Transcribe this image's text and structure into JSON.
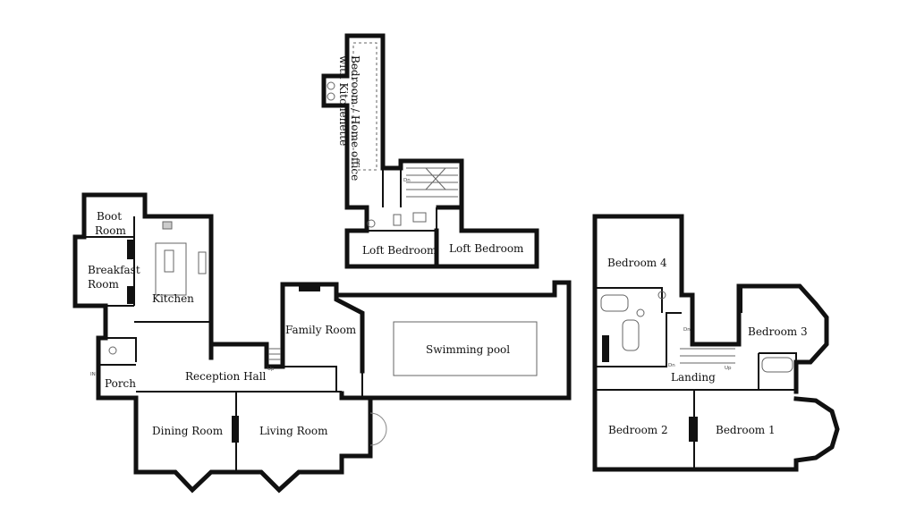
{
  "rooms": {
    "bedroom_home_office": "Bedroom / Home office",
    "bedroom_home_office_2": "with Kitchenette",
    "loft_bedroom_1": "Loft Bedroom",
    "loft_bedroom_2": "Loft Bedroom",
    "boot_room_1": "Boot",
    "boot_room_2": "Room",
    "breakfast_room_1": "Breakfast",
    "breakfast_room_2": "Room",
    "kitchen": "Kitchen",
    "family_room": "Family Room",
    "swimming_pool": "Swimming pool",
    "reception_hall": "Reception Hall",
    "porch": "Porch",
    "dining_room": "Dining Room",
    "living_room": "Living Room",
    "bedroom_4": "Bedroom 4",
    "bedroom_3": "Bedroom 3",
    "landing": "Landing",
    "bedroom_2": "Bedroom 2",
    "bedroom_1": "Bedroom 1"
  },
  "markers": {
    "in": "IN",
    "up": "Up",
    "dn": "Dn"
  }
}
